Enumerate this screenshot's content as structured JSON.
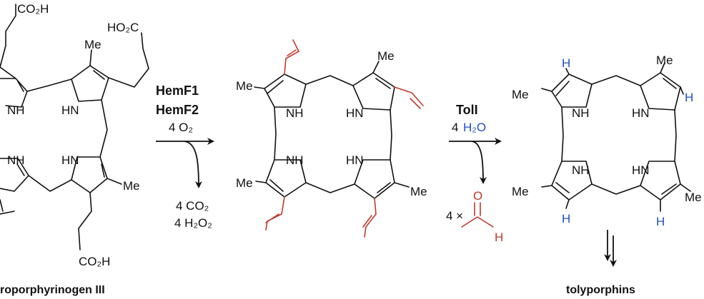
{
  "scheme": {
    "substrate_label": "roporphyrinogen III",
    "product_label": "tolyporphins",
    "step1": {
      "enzyme1": "HemF1",
      "enzyme2": "HemF2",
      "reagent": "4 O₂",
      "byproduct1": "4 CO₂",
      "byproduct2": "4 H₂O₂"
    },
    "step2": {
      "enzyme": "TolI",
      "reagent_count": "4",
      "reagent_species": "H₂O",
      "byproduct_count": "4 ×",
      "byproduct_O": "O",
      "byproduct_H": "H"
    },
    "atoms": {
      "NH": "NH",
      "HN": "HN",
      "Me": "Me",
      "H": "H",
      "CO2H": "CO₂H",
      "HO2C": "HO₂C"
    },
    "colors": {
      "vinyl": "#c0392b",
      "hydrogen": "#1f4fc8",
      "ink": "#111111"
    }
  }
}
